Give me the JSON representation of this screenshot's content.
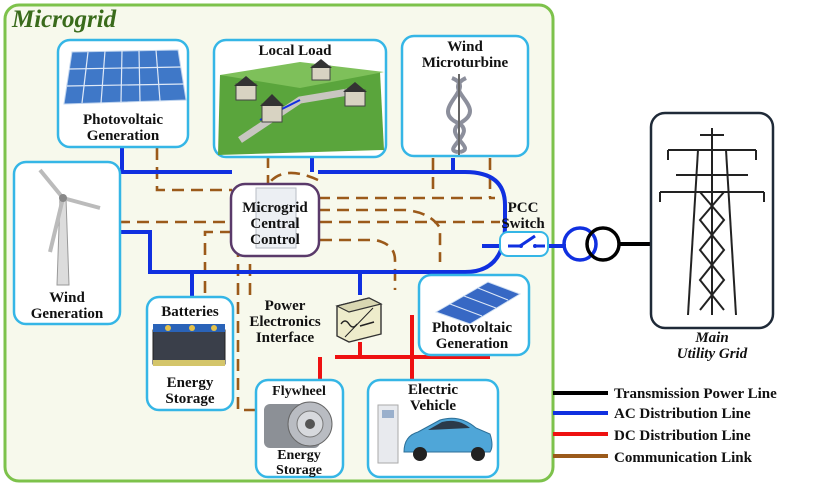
{
  "title": "Microgrid",
  "colors": {
    "transmission": "#000000",
    "ac": "#1030e0",
    "dc": "#ee1111",
    "comm": "#9b5a1a",
    "box_border": "#35b6e6",
    "control_border": "#5a3a6a",
    "microgrid_border": "#7dc24b",
    "microgrid_fill": "#f7f9ec"
  },
  "components": {
    "pv_top": "Photovoltaic Generation",
    "local_load": "Local Load",
    "wind_micro": "Wind Microturbine",
    "wind_gen": "Wind Generation",
    "central_control": "Microgrid Central Control",
    "pcc": "PCC Switch",
    "batteries": "Batteries",
    "energy_storage": "Energy Storage",
    "power_electronics": "Power Electronics Interface",
    "pv_right": "Photovoltaic Generation",
    "flywheel": "Flywheel",
    "flywheel_storage": "Energy Storage",
    "ev": "Electric Vehicle",
    "main_grid": "Main Utility Grid"
  },
  "legend": [
    {
      "label": "Transmission Power Line",
      "color": "#000000"
    },
    {
      "label": "AC Distribution Line",
      "color": "#1030e0"
    },
    {
      "label": "DC Distribution Line",
      "color": "#ee1111"
    },
    {
      "label": "Communication Link",
      "color": "#9b5a1a"
    }
  ]
}
